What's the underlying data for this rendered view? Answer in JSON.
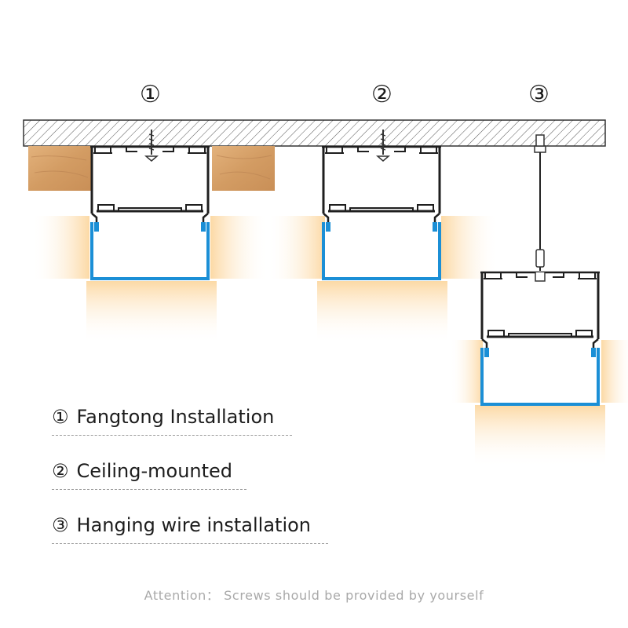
{
  "markers": [
    "①",
    "②",
    "③"
  ],
  "legend": [
    {
      "num": "①",
      "text": "Fangtong Installation"
    },
    {
      "num": "②",
      "text": "Ceiling-mounted"
    },
    {
      "num": "③",
      "text": "Hanging wire installation"
    }
  ],
  "attention": "Attention： Screws should be provided by yourself",
  "colors": {
    "profile_stroke": "#1f1f1f",
    "diffuser_blue": "#1b8fd6",
    "wood": "#d9a36d",
    "glow": "#fde4b8",
    "ceiling_hatch": "#444444"
  }
}
